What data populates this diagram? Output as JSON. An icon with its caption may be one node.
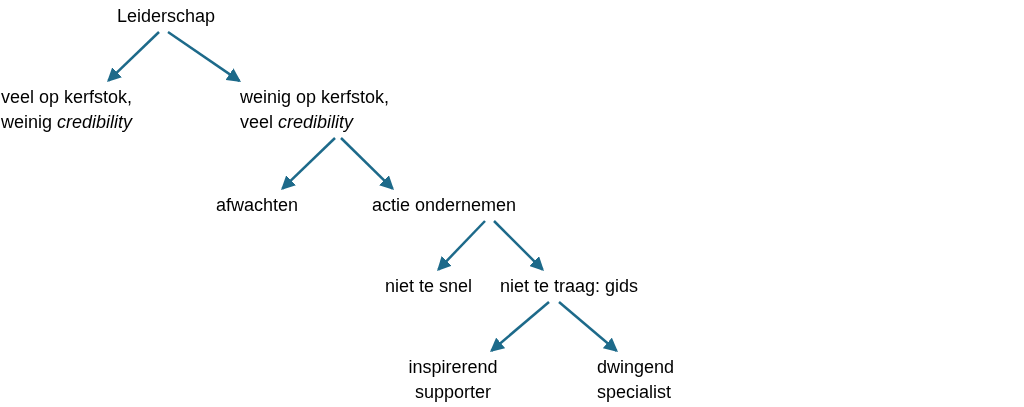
{
  "diagram": {
    "nodes": [
      {
        "text": [
          "Leiderschap"
        ]
      },
      {
        "text": [
          "veel op kerfstok, weinig *credibility*"
        ]
      },
      {
        "text": [
          "weinig op kerfstok, veel *credibility*"
        ]
      },
      {
        "text": [
          "afwachten"
        ]
      },
      {
        "text": [
          "actie ondernemen"
        ]
      },
      {
        "text": [
          "niet te snel"
        ]
      },
      {
        "text": [
          "niet te traag: gids"
        ]
      },
      {
        "text": [
          "inspirerend supporter"
        ]
      },
      {
        "text": [
          "dwingend specialist"
        ]
      }
    ],
    "edges": [
      {
        "from": 0,
        "to": 1,
        "arrow": "to"
      },
      {
        "from": 0,
        "to": 2,
        "arrow": "to"
      },
      {
        "from": 2,
        "to": 3,
        "arrow": "to"
      },
      {
        "from": 2,
        "to": 4,
        "arrow": "to"
      },
      {
        "from": 4,
        "to": 5,
        "arrow": "to"
      },
      {
        "from": 4,
        "to": 6,
        "arrow": "to"
      },
      {
        "from": 6,
        "to": 7,
        "arrow": "to"
      },
      {
        "from": 6,
        "to": 8,
        "arrow": "to"
      }
    ]
  }
}
